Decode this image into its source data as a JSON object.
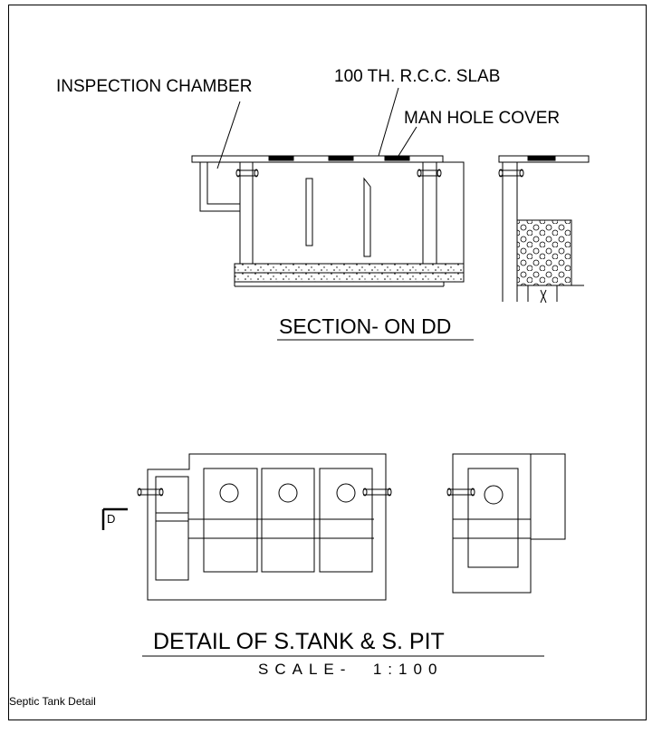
{
  "labels": {
    "inspection_chamber": "INSPECTION CHAMBER",
    "rcc_slab": "100 TH. R.C.C. SLAB",
    "man_hole_cover": "MAN HOLE COVER",
    "section_title": "SECTION- ON DD",
    "section_marker": "D",
    "detail_title": "DETAIL OF S.TANK & S. PIT",
    "scale": "SCALE-  1:100",
    "footer": "Septic Tank Detail"
  },
  "colors": {
    "line": "#000000",
    "background": "#ffffff"
  }
}
